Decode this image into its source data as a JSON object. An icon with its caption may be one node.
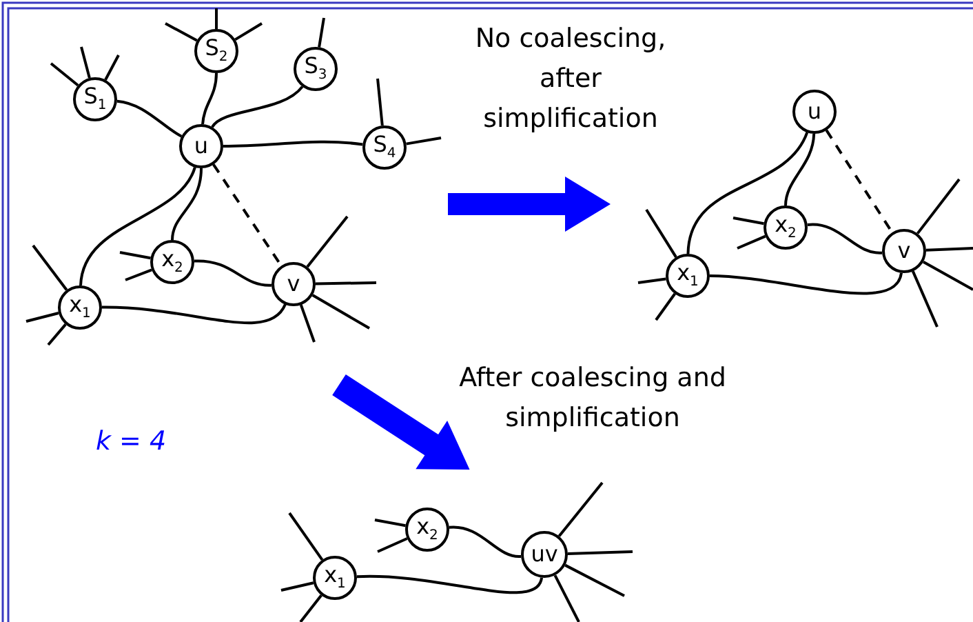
{
  "diagram": {
    "nodes": [
      {
        "text": [
          "S$_{1}$"
        ]
      },
      {
        "text": [
          "S$_{2}$"
        ]
      },
      {
        "text": [
          "S$_{3}$"
        ]
      },
      {
        "text": [
          "S$_{4}$"
        ]
      },
      {
        "text": [
          "u"
        ]
      },
      {
        "text": [
          "x$_{2}$"
        ]
      },
      {
        "text": [
          "v"
        ]
      },
      {
        "text": [
          "x$_{1}$"
        ]
      },
      {
        "text": [
          "u"
        ]
      },
      {
        "text": [
          "x$_{2}$"
        ]
      },
      {
        "text": [
          "v"
        ]
      },
      {
        "text": [
          "x$_{1}$"
        ]
      },
      {
        "text": [
          "x$_{1}$"
        ]
      },
      {
        "text": [
          "x$_{2}$"
        ]
      },
      {
        "text": [
          "uv"
        ]
      }
    ],
    "edges": [
      {
        "from": 0,
        "to": 4,
        "arrow": "none"
      },
      {
        "from": 1,
        "to": 4,
        "arrow": "none"
      },
      {
        "from": 2,
        "to": 4,
        "arrow": "none"
      },
      {
        "from": 4,
        "to": 3,
        "arrow": "none"
      },
      {
        "from": 4,
        "to": 7,
        "arrow": "none"
      },
      {
        "from": 4,
        "to": 5,
        "arrow": "none"
      },
      {
        "from": 4,
        "to": 6,
        "arrow": "none",
        "style": "dashed"
      },
      {
        "from": 5,
        "to": 6,
        "arrow": "none"
      },
      {
        "from": 7,
        "to": 6,
        "arrow": "none"
      },
      {
        "from": 8,
        "to": 11,
        "arrow": "none"
      },
      {
        "from": 8,
        "to": 9,
        "arrow": "none"
      },
      {
        "from": 8,
        "to": 10,
        "arrow": "none",
        "style": "dashed"
      },
      {
        "from": 9,
        "to": 10,
        "arrow": "none"
      },
      {
        "from": 11,
        "to": 10,
        "arrow": "none"
      },
      {
        "from": 13,
        "to": 14,
        "arrow": "none"
      },
      {
        "from": 12,
        "to": 14,
        "arrow": "none"
      },
      {
        "from": 0,
        "to": null,
        "arrow": "none"
      },
      {
        "from": 0,
        "to": null,
        "arrow": "none"
      },
      {
        "from": 0,
        "to": null,
        "arrow": "none"
      },
      {
        "from": 1,
        "to": null,
        "arrow": "none"
      },
      {
        "from": 1,
        "to": null,
        "arrow": "none"
      },
      {
        "from": 1,
        "to": null,
        "arrow": "none"
      },
      {
        "from": 2,
        "to": null,
        "arrow": "none"
      },
      {
        "from": 3,
        "to": null,
        "arrow": "none"
      },
      {
        "from": 3,
        "to": null,
        "arrow": "none"
      },
      {
        "from": 5,
        "to": null,
        "arrow": "none"
      },
      {
        "from": 5,
        "to": null,
        "arrow": "none"
      },
      {
        "from": 6,
        "to": null,
        "arrow": "none"
      },
      {
        "from": 6,
        "to": null,
        "arrow": "none"
      },
      {
        "from": 6,
        "to": null,
        "arrow": "none"
      },
      {
        "from": 6,
        "to": null,
        "arrow": "none"
      },
      {
        "from": 7,
        "to": null,
        "arrow": "none"
      },
      {
        "from": 7,
        "to": null,
        "arrow": "none"
      },
      {
        "from": 7,
        "to": null,
        "arrow": "none"
      },
      {
        "from": 9,
        "to": null,
        "arrow": "none"
      },
      {
        "from": 9,
        "to": null,
        "arrow": "none"
      },
      {
        "from": 10,
        "to": null,
        "arrow": "none"
      },
      {
        "from": 10,
        "to": null,
        "arrow": "none"
      },
      {
        "from": 10,
        "to": null,
        "arrow": "none"
      },
      {
        "from": 10,
        "to": null,
        "arrow": "none"
      },
      {
        "from": 11,
        "to": null,
        "arrow": "none"
      },
      {
        "from": 11,
        "to": null,
        "arrow": "none"
      },
      {
        "from": 11,
        "to": null,
        "arrow": "none"
      },
      {
        "from": 12,
        "to": null,
        "arrow": "none"
      },
      {
        "from": 12,
        "to": null,
        "arrow": "none"
      },
      {
        "from": 12,
        "to": null,
        "arrow": "none"
      },
      {
        "from": 13,
        "to": null,
        "arrow": "none"
      },
      {
        "from": 13,
        "to": null,
        "arrow": "none"
      },
      {
        "from": 14,
        "to": null,
        "arrow": "none"
      },
      {
        "from": 14,
        "to": null,
        "arrow": "none"
      },
      {
        "from": 14,
        "to": null,
        "arrow": "none"
      },
      {
        "from": 14,
        "to": null,
        "arrow": "none"
      }
    ],
    "labels": [
      "No coalescing, after simplification",
      "After coalescing and simplification",
      "k = 4"
    ]
  }
}
